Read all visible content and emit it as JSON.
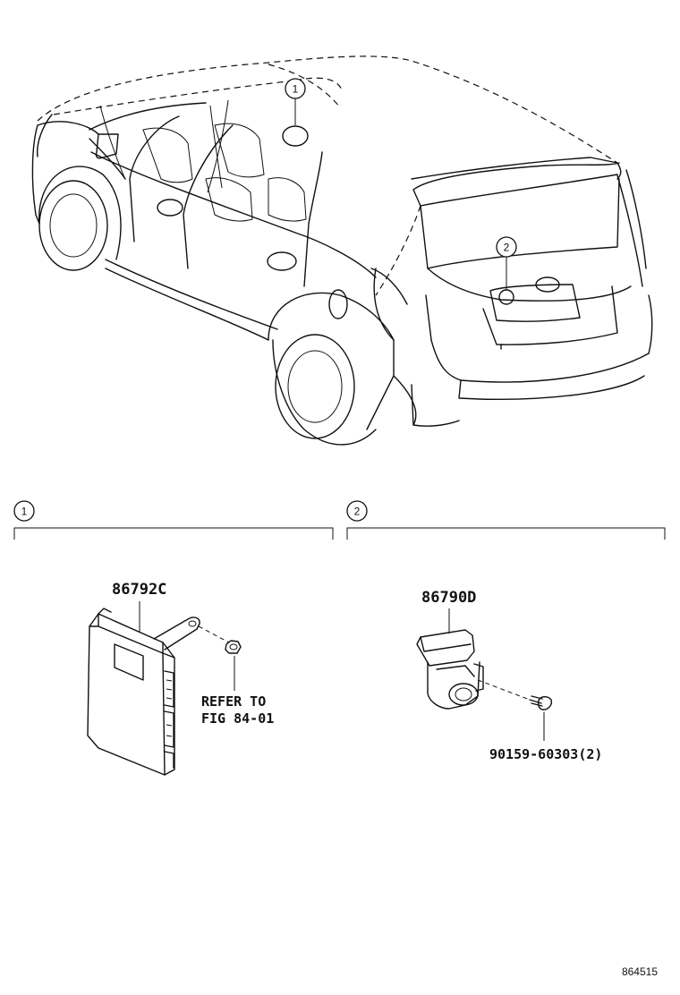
{
  "callouts": {
    "c1": "1",
    "c2": "2"
  },
  "sections": {
    "s1": {
      "number": "1",
      "part_number": "86792C",
      "note_line1": "REFER TO",
      "note_line2": "FIG 84-01"
    },
    "s2": {
      "number": "2",
      "part_number": "86790D",
      "fastener": "90159-60303(2)"
    }
  },
  "figure_id": "864515"
}
